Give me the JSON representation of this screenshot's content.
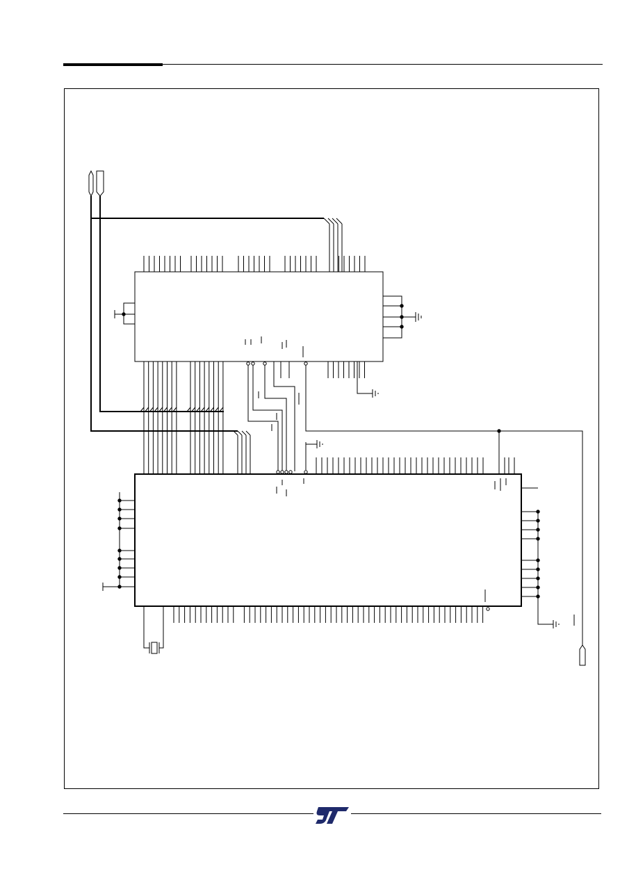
{
  "page": {
    "brand": "ST",
    "brand_color": "#1f2a6b"
  },
  "schematic": {
    "title": "",
    "components": [
      "top-ic",
      "bottom-ic",
      "crystal",
      "edge-connectors",
      "ground-symbols"
    ]
  }
}
